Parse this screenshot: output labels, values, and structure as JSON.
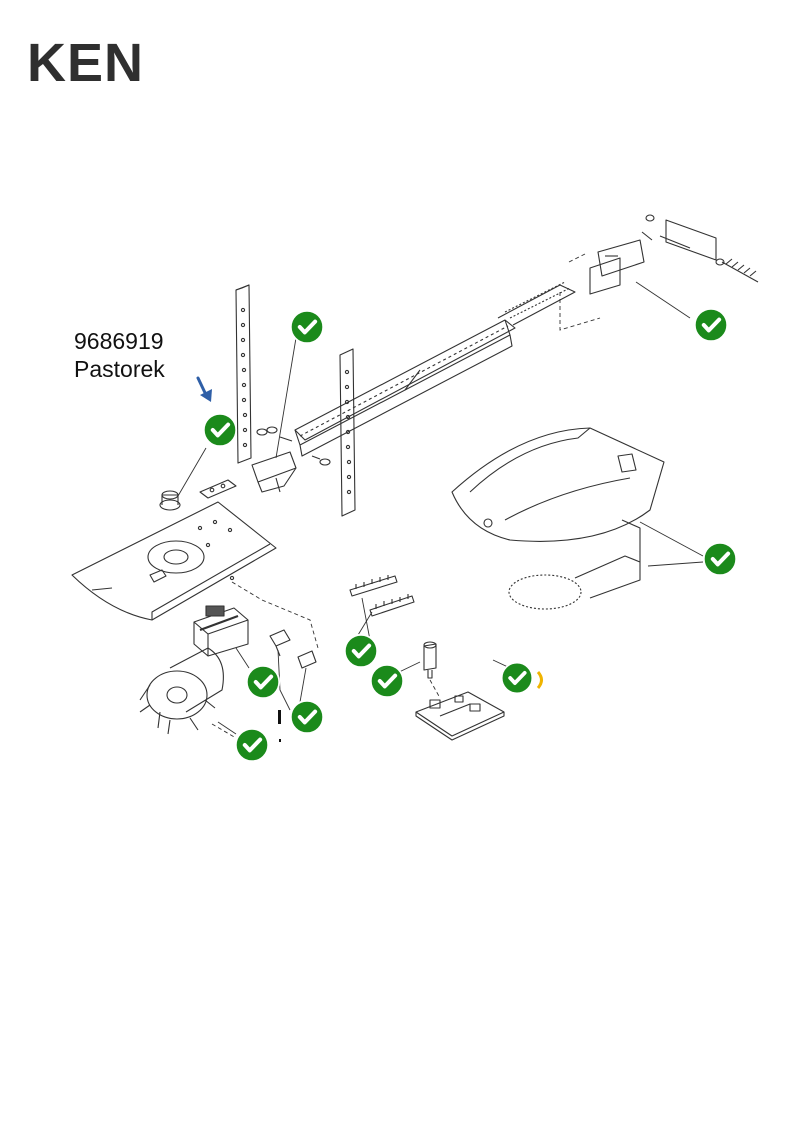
{
  "brand": {
    "text": "KEN"
  },
  "part_label": {
    "code": "9686919",
    "name": "Pastorek"
  },
  "colors": {
    "check": "#1b8a1b",
    "check_ring": "#ffffff",
    "arrow": "#2f5fa7",
    "line_art": "#333333"
  },
  "icons": {
    "check": "check-circle-icon",
    "arrow": "arrow-down-right-icon"
  }
}
